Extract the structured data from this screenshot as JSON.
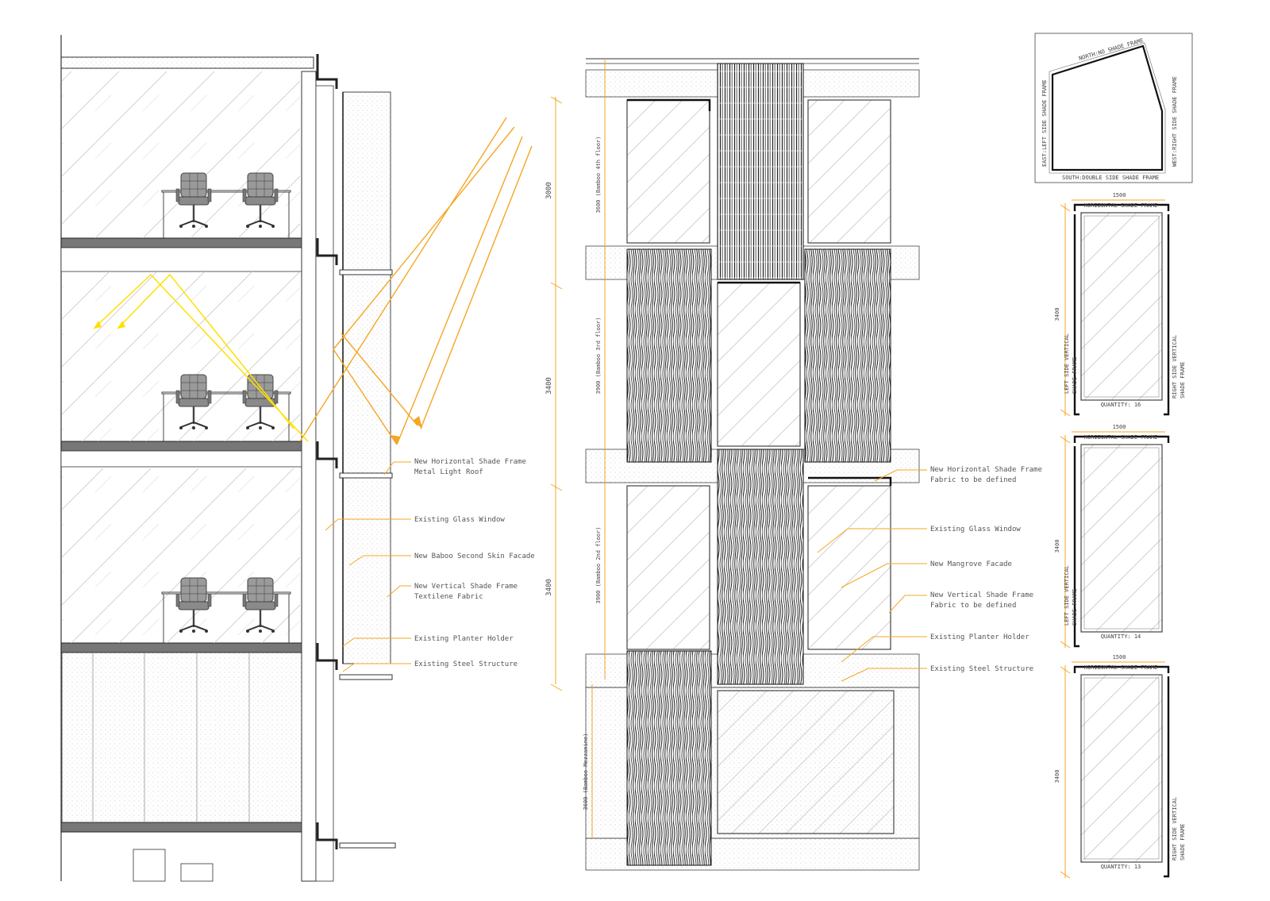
{
  "colors": {
    "leader": "#f5a623",
    "sun": "#f5a623",
    "reflect": "#ffe000",
    "line": "#222222",
    "bamboo": "#2a2a2a"
  },
  "icons": [
    "office-chair-icon"
  ],
  "section": {
    "annotations": [
      {
        "l1": "New Horizontal Shade Frame",
        "l2": "Metal Light Roof"
      },
      {
        "l1": "Existing Glass Window",
        "l2": ""
      },
      {
        "l1": "New Baboo Second Skin Facade",
        "l2": ""
      },
      {
        "l1": "New Vertical Shade Frame",
        "l2": "Textilene Fabric"
      },
      {
        "l1": "Existing Planter Holder",
        "l2": ""
      },
      {
        "l1": "Existing Steel Structure",
        "l2": ""
      }
    ]
  },
  "elevation": {
    "dims_outer": [
      "3000",
      "3400",
      "3400"
    ],
    "dims_inner": [
      "3600 (Bamboo 4th floor)",
      "3900 (Bamboo 3rd floor)",
      "3900 (Bamboo 2nd floor)",
      "3600 (Bamboo Mezzanine)"
    ],
    "annotations": [
      {
        "l1": "New  Horizontal Shade Frame",
        "l2": "Fabric  to be defined"
      },
      {
        "l1": "Existing Glass Window",
        "l2": ""
      },
      {
        "l1": "New Mangrove Facade",
        "l2": ""
      },
      {
        "l1": "New Vertical Shade Frame",
        "l2": "Fabric  to be defined"
      },
      {
        "l1": "Existing Planter Holder",
        "l2": ""
      },
      {
        "l1": "Existing Steel Structure",
        "l2": ""
      }
    ]
  },
  "keyplan": {
    "north": "NORTH:NO SHADE FRAME",
    "east": "EAST:LEFT SIDE SHADE FRAME",
    "west": "WEST:RIGHT SIDE SHADE FRAME",
    "south": "SOUTH:DOUBLE SIDE SHADE FRAME"
  },
  "frames": [
    {
      "width": "1500",
      "height": "3400",
      "top": "HORIZONTAL SHADE FRAME",
      "left1": "LEFT SIDE VERTICAL",
      "left2": "SHADE FRAME",
      "right1": "RIGHT SIDE VERTICAL",
      "right2": "SHADE FRAME",
      "quantity": "QUANTITY: 16"
    },
    {
      "width": "1500",
      "height": "3400",
      "top": "HORIZONTAL SHADE FRAME",
      "left1": "LEFT SIDE VERTICAL",
      "left2": "SHADE FRAME",
      "right1": "",
      "right2": "",
      "quantity": "QUANTITY: 14"
    },
    {
      "width": "1500",
      "height": "3400",
      "top": "HORIZONTAL SHADE FRAME",
      "left1": "",
      "left2": "",
      "right1": "RIGHT SIDE VERTICAL",
      "right2": "SHADE FRAME",
      "quantity": "QUANTITY: 13"
    }
  ]
}
